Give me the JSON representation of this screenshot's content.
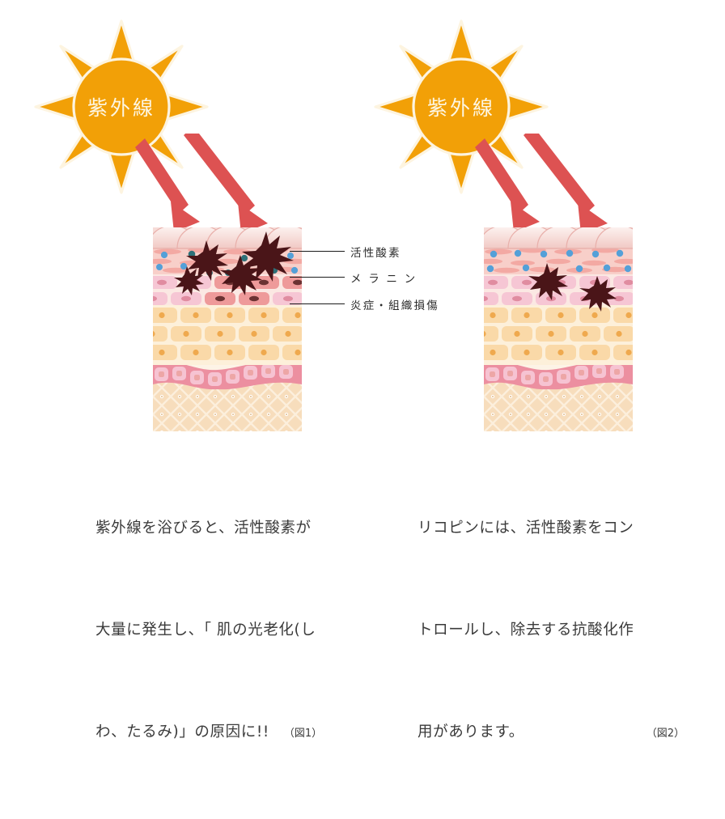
{
  "figures": [
    {
      "id": "figure-1",
      "sun_label": "紫外線",
      "sun_color": "#F2A007",
      "arrow_color": "#DD5252",
      "skin_state": "damaged",
      "labels": [
        {
          "name": "reactive-oxygen-species",
          "text": "活性酸素"
        },
        {
          "name": "melanin",
          "text": "メ ラ ニ ン"
        },
        {
          "name": "inflammation-tissue-damage",
          "text": "炎症・組織損傷"
        }
      ],
      "caption_lines": [
        "紫外線を浴びると、活性酸素が",
        "大量に発生し、「 肌の光老化(し",
        "わ、たるみ)」の原因に!!"
      ],
      "caption_figref": "（図1）"
    },
    {
      "id": "figure-2",
      "sun_label": "紫外線",
      "sun_color": "#F2A007",
      "arrow_color": "#DD5252",
      "skin_state": "protected",
      "labels": [],
      "caption_lines": [
        "リコピンには、活性酸素をコン",
        "トロールし、除去する抗酸化作",
        "用があります。"
      ],
      "caption_figref": "（図2）"
    }
  ],
  "palette": {
    "sun_fill": "#F2A007",
    "sun_outline": "#FDF4E0",
    "sun_text": "#FDF6E3",
    "arrow": "#DD5252",
    "ros_star": "#4A1518",
    "melanin_dot": "#2E7078",
    "healthy_dot": "#54A0D8",
    "corneum": "#F6DCD8",
    "corneum_light": "#FCEFEC",
    "epidermis_pink": "#F3B3AE",
    "granular_pink": "#EE9A9A",
    "granular_light": "#F6C6D4",
    "spinous_peach": "#FAD9A8",
    "spinous_light": "#FCE8C6",
    "basal_band": "#EC8FA0",
    "basal_cell": "#F6C3D2",
    "dermis": "#F7DDBC",
    "label_line": "#1b1b1b",
    "caption_text": "#3a3a3a",
    "background": "#FFFFFF"
  }
}
